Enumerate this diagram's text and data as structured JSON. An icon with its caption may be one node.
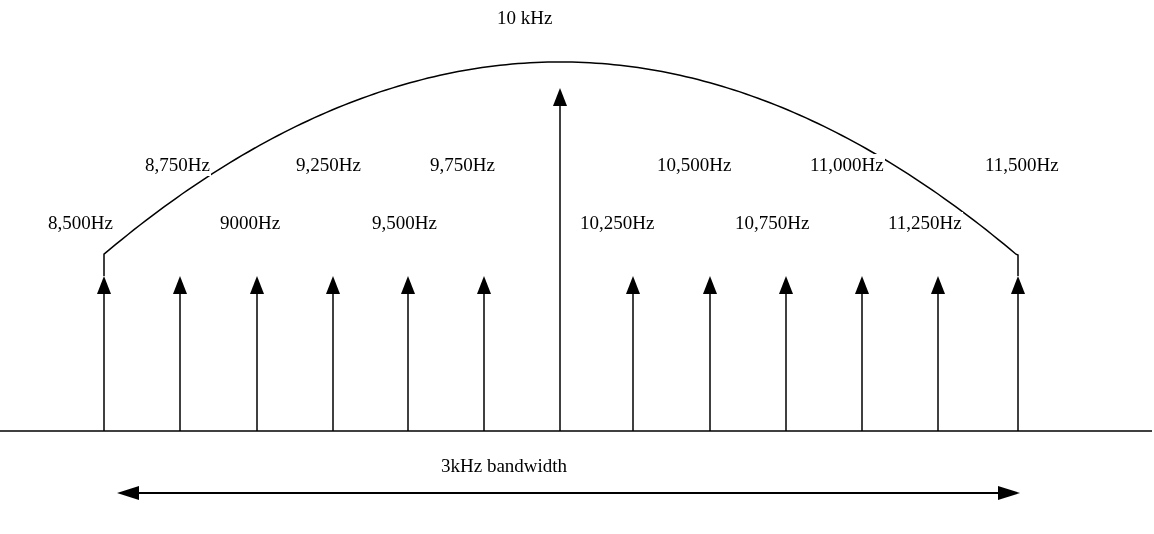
{
  "diagram": {
    "labels": [
      "10 kHz",
      "8,750Hz",
      "9,250Hz",
      "9,750Hz",
      "10,500Hz",
      "11,000Hz",
      "11,500Hz",
      "8,500Hz",
      "9000Hz",
      "9,500Hz",
      "10,250Hz",
      "10,750Hz",
      "11,250Hz",
      "3kHz bandwidth"
    ]
  }
}
